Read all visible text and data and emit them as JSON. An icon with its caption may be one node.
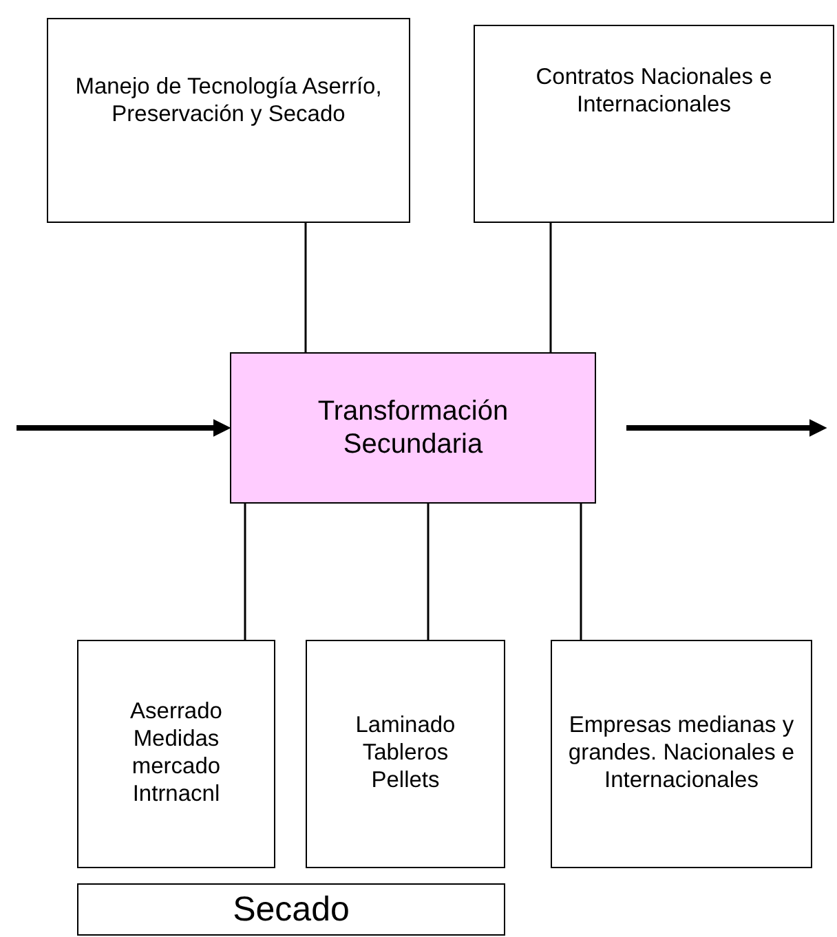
{
  "diagram": {
    "nodes": [
      {
        "text": [
          "Manejo de Tecnología Aserrío,  Preservación y Secado"
        ]
      },
      {
        "text": [
          "Contratos Nacionales e Internacionales"
        ]
      },
      {
        "text": [
          "Transformación Secundaria"
        ]
      },
      {
        "text": [
          "Aserrado Medidas mercado Intrnacnl"
        ]
      },
      {
        "text": [
          "Laminado Tableros Pellets"
        ]
      },
      {
        "text": [
          "Empresas medianas y grandes. Nacionales e Internacionales"
        ]
      },
      {
        "text": [
          "Secado"
        ]
      }
    ],
    "edges": [
      {
        "from": 0,
        "to": 2,
        "arrow": "none"
      },
      {
        "from": 1,
        "to": 2,
        "arrow": "none"
      },
      {
        "from": null,
        "to": 2,
        "arrow": "to",
        "style": "thick"
      },
      {
        "from": 2,
        "to": null,
        "arrow": "to",
        "style": "thick"
      },
      {
        "from": 2,
        "to": 3,
        "arrow": "none"
      },
      {
        "from": 2,
        "to": 4,
        "arrow": "none"
      },
      {
        "from": 2,
        "to": 5,
        "arrow": "none"
      }
    ]
  }
}
